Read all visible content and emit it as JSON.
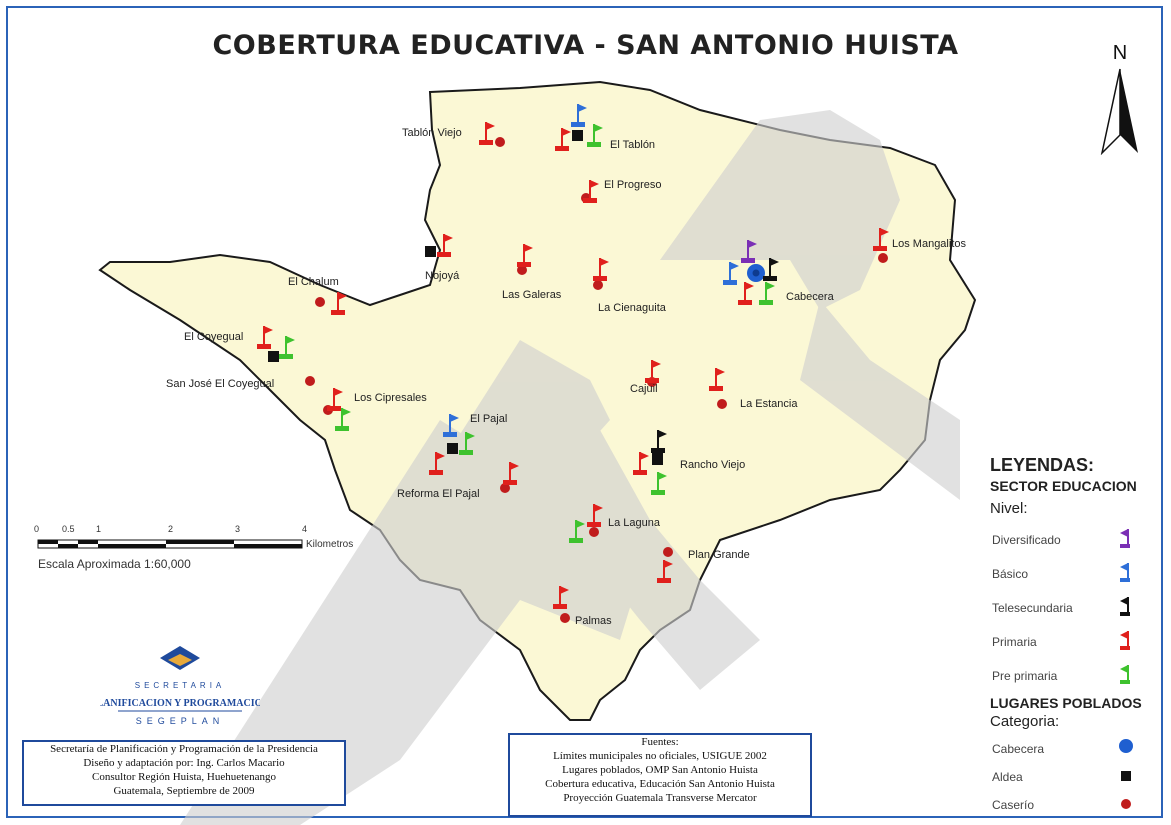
{
  "title": "COBERTURA EDUCATIVA - SAN ANTONIO HUISTA",
  "north_label": "N",
  "places": {
    "tablon_viejo": "Tablón Viejo",
    "el_tablon": "El Tablón",
    "el_progreso": "El Progreso",
    "nojoya": "Nojoyá",
    "las_galeras": "Las Galeras",
    "la_cienaguita": "La Cienaguita",
    "cabecera": "Cabecera",
    "los_mangalitos": "Los Mangalitos",
    "el_chalum": "El Chalum",
    "el_coyegual": "El Coyegual",
    "san_jose": "San José El Coyegual",
    "los_cipresales": "Los Cipresales",
    "cajuil": "Cajuil",
    "la_estancia": "La Estancia",
    "el_pajal": "El Pajal",
    "rancho_viejo": "Rancho Viejo",
    "reforma": "Reforma El Pajal",
    "la_laguna": "La Laguna",
    "plan_grande": "Plan Grande",
    "palmas": "Palmas"
  },
  "legend": {
    "title": "LEYENDAS:",
    "sector": "SECTOR EDUCACION",
    "nivel_label": "Nivel:",
    "nivel_items": [
      {
        "label": "Diversificado",
        "color": "#7b2fb5"
      },
      {
        "label": "Básico",
        "color": "#2e6fd8"
      },
      {
        "label": "Telesecundaria",
        "color": "#111111"
      },
      {
        "label": "Primaria",
        "color": "#e0201c"
      },
      {
        "label": "Pre primaria",
        "color": "#3ec22e"
      }
    ],
    "lugares_title": "LUGARES POBLADOS",
    "categoria_label": "Categoria:",
    "categoria_items": [
      {
        "label": "Cabecera",
        "symbol": "blue-circle",
        "color": "#1f5fd0"
      },
      {
        "label": "Aldea",
        "symbol": "black-square",
        "color": "#111111"
      },
      {
        "label": "Caserío",
        "symbol": "red-dot",
        "color": "#c01c1c"
      }
    ]
  },
  "scale": {
    "ticks": [
      "0",
      "0.5",
      "1",
      "2",
      "3",
      "4"
    ],
    "unit": "Kilometros",
    "scale_text": "Escala Aproximada 1:60,000"
  },
  "logo": {
    "line1": "SECRETARIA",
    "line2": "PLANIFICACION Y PROGRAMACION",
    "line3": "SEGEPLAN"
  },
  "credits": [
    "Secretaría de Planificación y Programación de la Presidencia",
    "Diseño y adaptación por: Ing. Carlos Macario",
    "Consultor Región Huista, Huehuetenango",
    "Guatemala, Septiembre de 2009"
  ],
  "sources": [
    "Fuentes:",
    "Límites municipales no oficiales, USIGUE 2002",
    "Lugares poblados, OMP San Antonio Huista",
    "Cobertura educativa, Educación San Antonio Huista",
    "Proyección Guatemala Transverse Mercator"
  ],
  "colors": {
    "land": "#fbf8d5",
    "border": "#1a1a1a",
    "frame": "#2b63b8",
    "primaria": "#e0201c",
    "preprimaria": "#3ec22e",
    "basico": "#2e6fd8",
    "telesecundaria": "#111111",
    "diversificado": "#7b2fb5",
    "watermark": "#cfcfcf"
  }
}
